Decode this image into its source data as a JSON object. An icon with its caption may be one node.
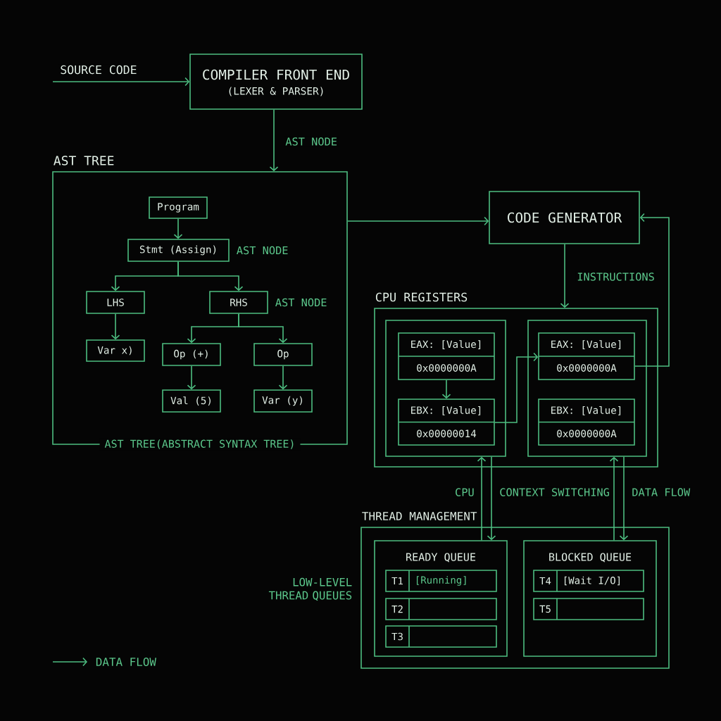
{
  "diagram": {
    "nodes": [
      {
        "text": [
          "COMPILER FRONT END",
          "(LEXER & PARSER)"
        ]
      },
      {
        "text": [
          "AST TREE",
          "AST TREE(ABSTRACT SYNTAX TREE)"
        ]
      },
      {
        "text": [
          "Program"
        ],
        "in": 1
      },
      {
        "text": [
          "Stmt (Assign)"
        ],
        "in": 1,
        "beside": [
          "AST NODE"
        ]
      },
      {
        "text": [
          "LHS"
        ],
        "in": 1
      },
      {
        "text": [
          "RHS"
        ],
        "in": 1,
        "beside": [
          "AST NODE"
        ]
      },
      {
        "text": [
          "Var x)"
        ],
        "in": 1
      },
      {
        "text": [
          "Op (+)"
        ],
        "in": 1
      },
      {
        "text": [
          "Op"
        ],
        "in": 1
      },
      {
        "text": [
          "Val (5)"
        ],
        "in": 1
      },
      {
        "text": [
          "Var (y)"
        ],
        "in": 1
      },
      {
        "text": [
          "CODE GENERATOR"
        ]
      },
      {
        "text": [
          "CPU REGISTERS"
        ]
      },
      {
        "text": [],
        "shape": "box",
        "in": 12
      },
      {
        "text": [
          "EAX: [Value]",
          "0x0000000A"
        ],
        "in": 13
      },
      {
        "text": [
          "EBX: [Value]",
          "0x00000014"
        ],
        "in": 13
      },
      {
        "text": [],
        "shape": "box",
        "in": 12
      },
      {
        "text": [
          "EAX: [Value]",
          "0x0000000A"
        ],
        "in": 16
      },
      {
        "text": [
          "EBX: [Value]",
          "0x0000000A"
        ],
        "in": 16
      },
      {
        "text": [
          "THREAD MANAGEMENT"
        ]
      },
      {
        "text": [
          "READY QUEUE"
        ],
        "in": 19
      },
      {
        "text": [
          "T1",
          "[Running]"
        ],
        "in": 20
      },
      {
        "text": [
          "T2"
        ],
        "in": 20
      },
      {
        "text": [
          "T3"
        ],
        "in": 20
      },
      {
        "text": [
          "BLOCKED QUEUE"
        ],
        "in": 19
      },
      {
        "text": [
          "T4",
          "[Wait I/O]"
        ],
        "in": 24
      },
      {
        "text": [
          "T5"
        ],
        "in": 24
      }
    ],
    "edges": [
      {
        "from": null,
        "to": 0,
        "arrow": "to",
        "label": "SOURCE CODE"
      },
      {
        "from": 0,
        "to": 1,
        "arrow": "to",
        "label": "AST NODE"
      },
      {
        "from": 1,
        "to": 11,
        "arrow": "to"
      },
      {
        "from": 2,
        "to": 3,
        "arrow": "to"
      },
      {
        "from": 3,
        "to": 4,
        "arrow": "to"
      },
      {
        "from": 3,
        "to": 5,
        "arrow": "to"
      },
      {
        "from": 4,
        "to": 6,
        "arrow": "to"
      },
      {
        "from": 5,
        "to": 7,
        "arrow": "to"
      },
      {
        "from": 5,
        "to": 8,
        "arrow": "to"
      },
      {
        "from": 7,
        "to": 9,
        "arrow": "to"
      },
      {
        "from": 8,
        "to": 10,
        "arrow": "to"
      },
      {
        "from": 11,
        "to": 12,
        "arrow": "to",
        "label": "INSTRUCTIONS"
      },
      {
        "from": 14,
        "to": 15,
        "arrow": "to"
      },
      {
        "from": 15,
        "to": 17,
        "arrow": "to"
      },
      {
        "from": 17,
        "to": 11,
        "arrow": "to"
      },
      {
        "from": 20,
        "to": 13,
        "arrow": "to",
        "label": "CPU"
      },
      {
        "from": 13,
        "to": 20,
        "arrow": "to",
        "label": "CONTEXT SWITCHING"
      },
      {
        "from": 24,
        "to": 16,
        "arrow": "to"
      },
      {
        "from": 16,
        "to": 24,
        "arrow": "to",
        "label": "DATA FLOW"
      }
    ],
    "labels": [
      "LOW-LEVEL THREAD QUEUES"
    ],
    "legend": [
      {
        "text": "DATA FLOW"
      }
    ]
  }
}
